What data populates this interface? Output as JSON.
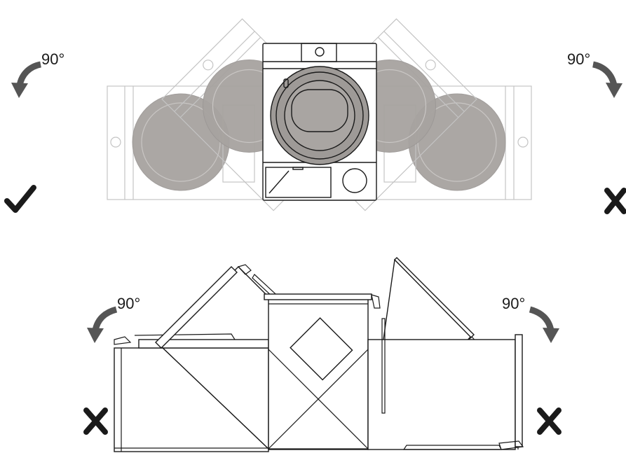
{
  "labels": {
    "top_left_angle": "90°",
    "top_right_angle": "90°",
    "bottom_left_angle": "90°",
    "bottom_right_angle": "90°"
  },
  "icons": {
    "top_left_arrow": "curved-arrow-counterclockwise-icon",
    "top_right_arrow": "curved-arrow-clockwise-icon",
    "bottom_left_arrow": "curved-arrow-counterclockwise-icon",
    "bottom_right_arrow": "curved-arrow-clockwise-icon",
    "top_left_mark": "check-icon",
    "top_right_mark": "cross-icon",
    "bottom_left_mark": "cross-icon",
    "bottom_right_mark": "cross-icon"
  },
  "colors": {
    "ink": "#1a1a1a",
    "arrow": "#555555",
    "ghost_outline": "#c4c4c4",
    "drum_fill": "#a7a3a0"
  }
}
